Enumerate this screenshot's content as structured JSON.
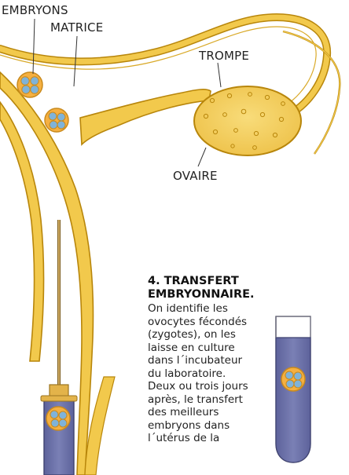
{
  "labels": {
    "embryons": "EMBRYONS",
    "matrice": "MATRICE",
    "trompe": "TROMPE",
    "ovaire": "OVAIRE"
  },
  "step": {
    "title_line1": "4. TRANSFERT",
    "title_line2": "EMBRYONNAIRE.",
    "body_lines": [
      "On identifie les",
      "ovocytes fécondés",
      "(zygotes), on les",
      "laisse en culture",
      "dans l´incubateur",
      "du laboratoire.",
      "Deux ou trois jours",
      "après, le transfert",
      "des meilleurs",
      "embryons dans",
      "l´utérus de la"
    ]
  },
  "colors": {
    "tissue": "#f2c94c",
    "tissue_outline": "#b8860b",
    "tube_fluid": "#6f74a8",
    "embryo": "#f5b041"
  }
}
